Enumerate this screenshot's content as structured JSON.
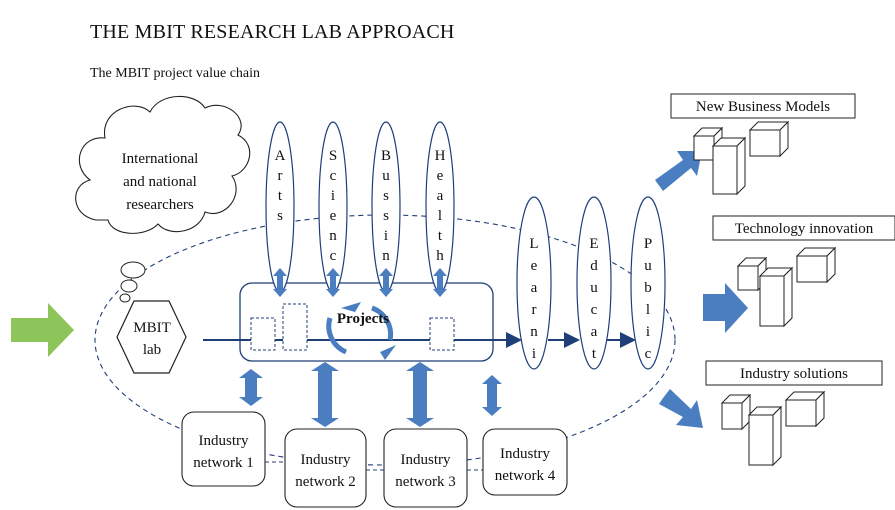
{
  "title": "THE MBIT RESEARCH LAB APPROACH",
  "subtitle": "The MBIT project value chain",
  "cloud": {
    "lines": [
      "International",
      "and national",
      "researchers"
    ]
  },
  "hub": {
    "lines": [
      "MBIT",
      "lab"
    ]
  },
  "projects_label": "Projects",
  "domains": [
    {
      "letters": [
        "A",
        "r",
        "t",
        "s"
      ]
    },
    {
      "letters": [
        "S",
        "c",
        "i",
        "e",
        "n",
        "c"
      ]
    },
    {
      "letters": [
        "B",
        "u",
        "s",
        "s",
        "i",
        "n"
      ]
    },
    {
      "letters": [
        "H",
        "e",
        "a",
        "l",
        "t",
        "h"
      ]
    }
  ],
  "outputs": [
    {
      "letters": [
        "L",
        "e",
        "a",
        "r",
        "n",
        "i"
      ]
    },
    {
      "letters": [
        "E",
        "d",
        "u",
        "c",
        "a",
        "t"
      ]
    },
    {
      "letters": [
        "P",
        "u",
        "b",
        "l",
        "i",
        "c"
      ]
    }
  ],
  "networks": [
    {
      "lines": [
        "Industry",
        "network 1"
      ]
    },
    {
      "lines": [
        "Industry",
        "network 2"
      ]
    },
    {
      "lines": [
        "Industry",
        "network 3"
      ]
    },
    {
      "lines": [
        "Industry",
        "network 4"
      ]
    }
  ],
  "results": [
    {
      "label": "New Business Models"
    },
    {
      "label": "Technology innovation"
    },
    {
      "label": "Industry solutions"
    }
  ],
  "colors": {
    "arrow_blue": "#4a7ec0",
    "arrow_green": "#8dc55a",
    "line_navy": "#1f3f78",
    "stroke": "#222222"
  }
}
